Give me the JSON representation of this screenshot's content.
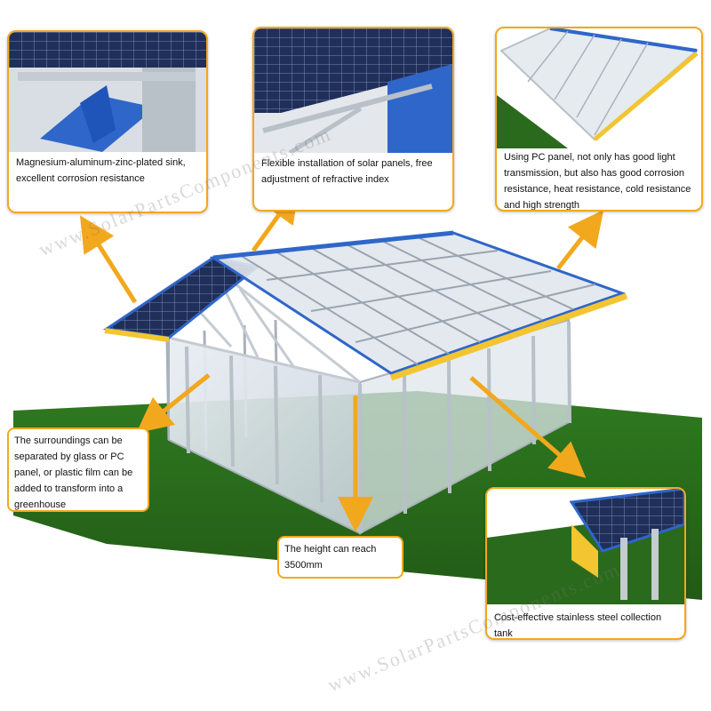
{
  "colors": {
    "accent": "#f2a81d",
    "frame_blue": "#2f66c9",
    "gutter_yellow": "#f2c531",
    "ground_green": "#2a6a1c",
    "panel_dark": "#1f2f5a"
  },
  "callouts": {
    "sink": "Magnesium-aluminum-zinc-plated sink, excellent corrosion resistance",
    "flexible": "Flexible installation of solar panels, free adjustment of refractive index",
    "pc_panel": "Using PC panel, not only has good light transmission, but also has good corrosion resistance, heat resistance, cold resistance and high strength",
    "surroundings": "The surroundings can be separated by glass or PC panel, or plastic film can be added to transform into a greenhouse",
    "height": "The height can reach 3500mm",
    "tank": "Cost-effective stainless steel collection tank"
  },
  "watermark": "www.SolarPartsComponents.com"
}
